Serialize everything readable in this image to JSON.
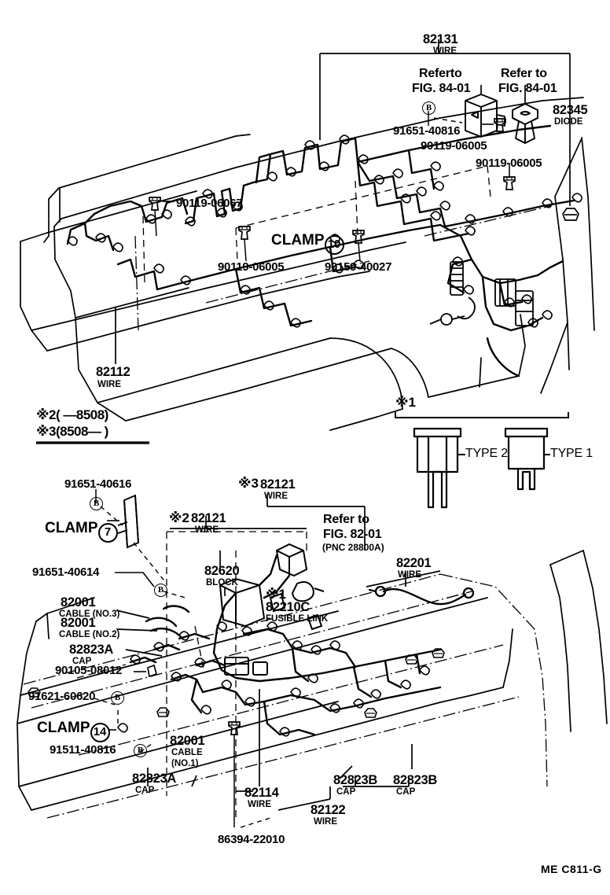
{
  "document": {
    "type": "automotive-parts-wiring-harness-diagram",
    "watermark": "ME  C811-G"
  },
  "legend": {
    "note_line1": "※2(          —8508)",
    "note_line2": "※3(8508—        )"
  },
  "inset": {
    "marker": "※1",
    "type2_label": "TYPE 2",
    "type1_label": "TYPE 1"
  },
  "upper": {
    "wire_82131": {
      "pn": "82131",
      "sub": "WIRE"
    },
    "refer_left": {
      "l1": "Referto",
      "l2": "FIG. 84-01"
    },
    "refer_right": {
      "l1": "Refer to",
      "l2": "FIG. 84-01"
    },
    "bolt_91651_40816": "91651-40816",
    "bolt_90119_06005_a": "90119-06005",
    "bolt_90119_06005_b": "90119-06005",
    "diode_82345": {
      "pn": "82345",
      "sub": "DIODE"
    },
    "bolt_90119_06067": "90119-06067",
    "bolt_90119_06005_c": "90119-06005",
    "bolt_90159_40027": "90159-40027",
    "clamp_10": {
      "word": "CLAMP",
      "num": "10"
    },
    "wire_82112": {
      "pn": "82112",
      "sub": "WIRE"
    },
    "ring_b": "B"
  },
  "lower": {
    "bolt_91651_40616": "91651-40616",
    "clamp_7": {
      "word": "CLAMP",
      "num": "7"
    },
    "bolt_91651_40614": "91651-40614",
    "cable_82001_no3": {
      "pn": "82001",
      "sub": "CABLE (NO.3)"
    },
    "cable_82001_no2": {
      "pn": "82001",
      "sub": "CABLE (NO.2)"
    },
    "cap_82823A_top": {
      "pn": "82823A",
      "sub": "CAP"
    },
    "bolt_90105_08012": "90105-08012",
    "bolt_91621_60620": "91621-60620",
    "clamp_14": {
      "word": "CLAMP",
      "num": "14"
    },
    "bolt_91511_40816": "91511-40816",
    "cable_82001_no1": {
      "pn": "82001",
      "sub": "CABLE",
      "sub2": "(NO.1)"
    },
    "cap_82823A_bottom": {
      "pn": "82823A",
      "sub": "CAP"
    },
    "wire_82121_kome2": {
      "marker": "※2",
      "pn": "82121",
      "sub": "WIRE"
    },
    "wire_82121_kome3": {
      "marker": "※3",
      "pn": "82121",
      "sub": "WIRE"
    },
    "block_82620": {
      "pn": "82620",
      "sub": "BLOCK"
    },
    "fusible_82210C": {
      "marker": "※1",
      "pn": "82210C",
      "sub": "FUSIBLE LINK"
    },
    "refer_8201": {
      "l1": "Refer to",
      "l2": "FIG. 82-01",
      "l3": "(PNC 28800A)"
    },
    "wire_82201": {
      "pn": "82201",
      "sub": "WIRE"
    },
    "wire_82114": {
      "pn": "82114",
      "sub": "WIRE"
    },
    "wire_82122": {
      "pn": "82122",
      "sub": "WIRE"
    },
    "cap_82823B_1": {
      "pn": "82823B",
      "sub": "CAP"
    },
    "cap_82823B_2": {
      "pn": "82823B",
      "sub": "CAP"
    },
    "bolt_86394_22010": "86394-22010",
    "ring_b": "B"
  }
}
